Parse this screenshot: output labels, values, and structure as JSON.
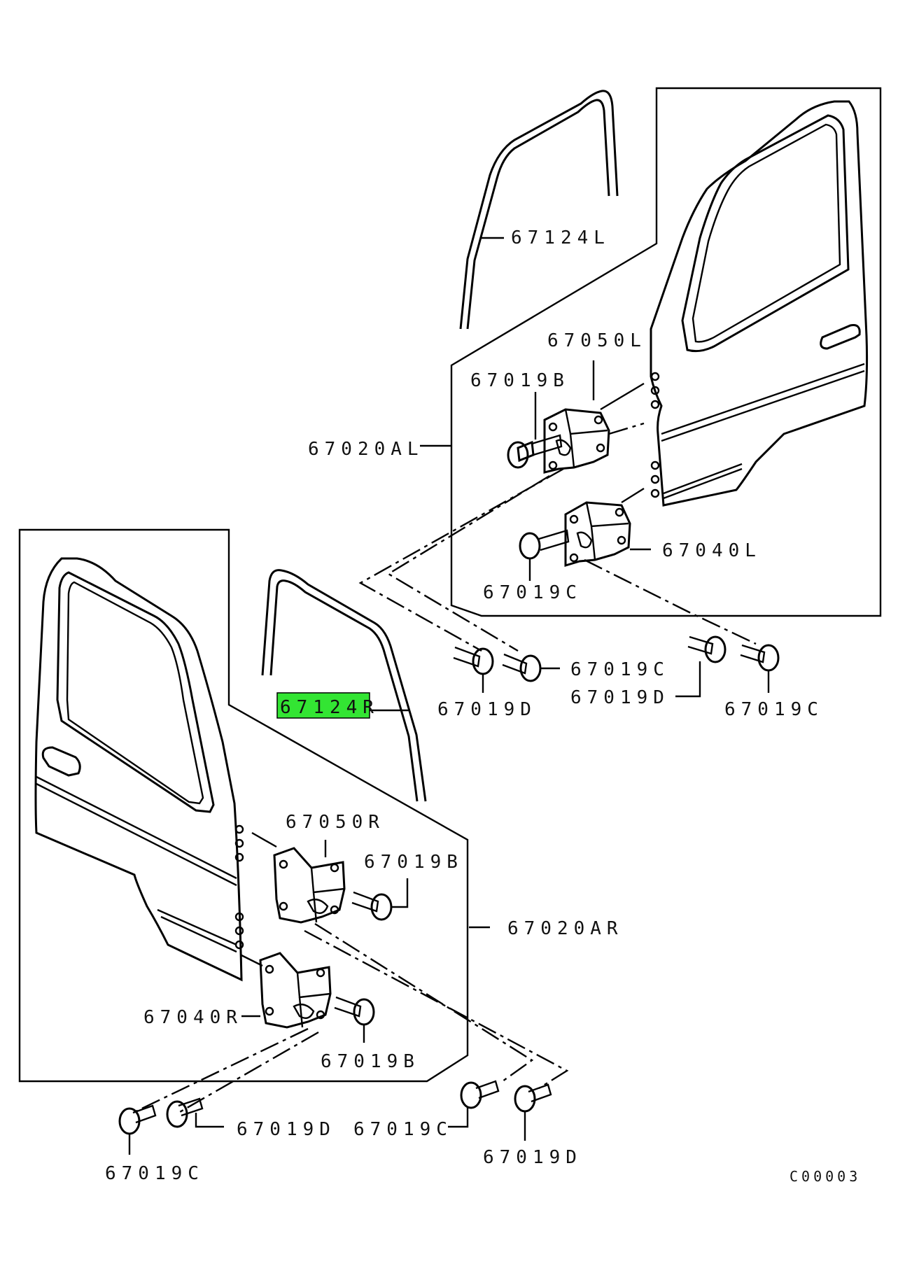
{
  "diagram_id": "C00003",
  "highlight_color": "#33e533",
  "parts": {
    "weatherstrip_left": "67124L",
    "weatherstrip_right": "67124R",
    "door_left": "67020AL",
    "door_right": "67020AR",
    "upper_hinge_left": "67050L",
    "upper_hinge_right": "67050R",
    "lower_hinge_left": "67040L",
    "lower_hinge_right": "67040R",
    "bolt_b": "67019B",
    "bolt_c": "67019C",
    "bolt_d": "67019D"
  }
}
